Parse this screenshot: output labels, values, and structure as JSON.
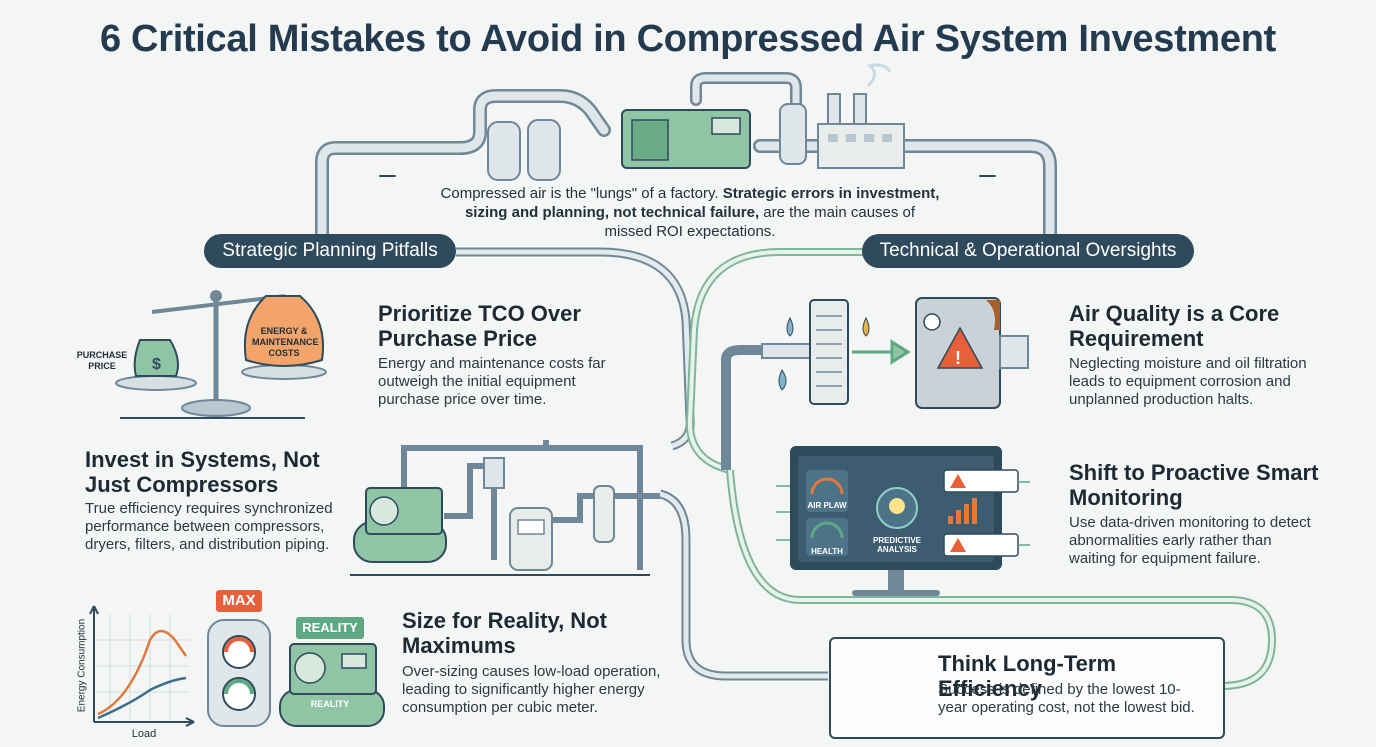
{
  "title": "6 Critical Mistakes to Avoid in Compressed Air System Investment",
  "intro": {
    "prefix": "Compressed air is the \"lungs\" of a factory. ",
    "bold": "Strategic errors in investment, sizing and planning, not technical failure,",
    "suffix": " are the main causes of missed ROI expectations."
  },
  "sections": {
    "left_header": "Strategic Planning Pitfalls",
    "right_header": "Technical & Operational Oversights"
  },
  "mistakes": {
    "tco": {
      "title": "Prioritize TCO Over Purchase Price",
      "desc": "Energy and maintenance costs far outweigh the initial equipment purchase price over time.",
      "label_left": "PURCHASE PRICE",
      "label_right": "ENERGY & MAINTENANCE COSTS"
    },
    "systems": {
      "title": "Invest in Systems, Not Just Compressors",
      "desc": "True efficiency requires synchronized performance between compressors, dryers, filters, and distribution piping."
    },
    "sizing": {
      "title": "Size for Reality, Not Maximums",
      "desc": "Over-sizing causes low-load operation, leading to significantly higher energy consumption per cubic meter.",
      "max_tag": "MAX",
      "reality_tag": "REALITY",
      "reality_plate": "REALITY",
      "ylabel": "Energy Consumption",
      "xlabel": "Load"
    },
    "air_quality": {
      "title": "Air Quality is a Core Requirement",
      "desc": "Neglecting moisture and oil filtration leads to equipment corrosion and unplanned production halts."
    },
    "monitoring": {
      "title": "Shift to Proactive Smart Monitoring",
      "desc": "Use data-driven monitoring to detect abnormalities early rather than waiting for equipment failure.",
      "gauge1": "AIR PLAW",
      "gauge2": "HEALTH",
      "center": "PREDICTIVE ANALYSIS"
    },
    "long_term": {
      "title": "Think Long-Term Efficiency",
      "desc": "Success is defined by the lowest 10-year operating cost, not the lowest bid."
    }
  },
  "colors": {
    "pipe": "#6f8796",
    "pipe_light": "#dfe7ea",
    "green_pipe": "#7fb59a",
    "teal": "#5fa884",
    "dark": "#2f4a5c",
    "orange": "#e07a3c",
    "warning": "#e8603a"
  }
}
